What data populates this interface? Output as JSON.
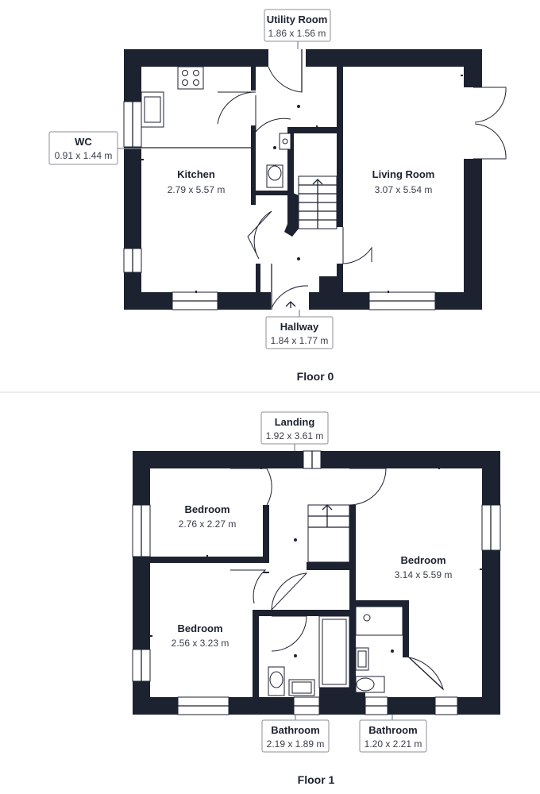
{
  "floors": [
    {
      "label": "Floor 0",
      "rooms": {
        "utility": {
          "name": "Utility Room",
          "dims": "1.86 x 1.56 m"
        },
        "wc": {
          "name": "WC",
          "dims": "0.91 x 1.44 m"
        },
        "kitchen": {
          "name": "Kitchen",
          "dims": "2.79 x 5.57 m"
        },
        "living": {
          "name": "Living Room",
          "dims": "3.07 x 5.54 m"
        },
        "hallway": {
          "name": "Hallway",
          "dims": "1.84 x 1.77 m"
        }
      }
    },
    {
      "label": "Floor 1",
      "rooms": {
        "landing": {
          "name": "Landing",
          "dims": "1.92 x 3.61 m"
        },
        "bedroom1": {
          "name": "Bedroom",
          "dims": "2.76 x 2.27 m"
        },
        "bedroom2": {
          "name": "Bedroom",
          "dims": "3.14 x 5.59 m"
        },
        "bedroom3": {
          "name": "Bedroom",
          "dims": "2.56 x 3.23 m"
        },
        "bathroom1": {
          "name": "Bathroom",
          "dims": "2.19 x 1.89 m"
        },
        "bathroom2": {
          "name": "Bathroom",
          "dims": "1.20 x 2.21 m"
        }
      }
    }
  ],
  "colors": {
    "wall": "#1d2230",
    "callout_border": "#8a8f99",
    "background": "#ffffff"
  }
}
